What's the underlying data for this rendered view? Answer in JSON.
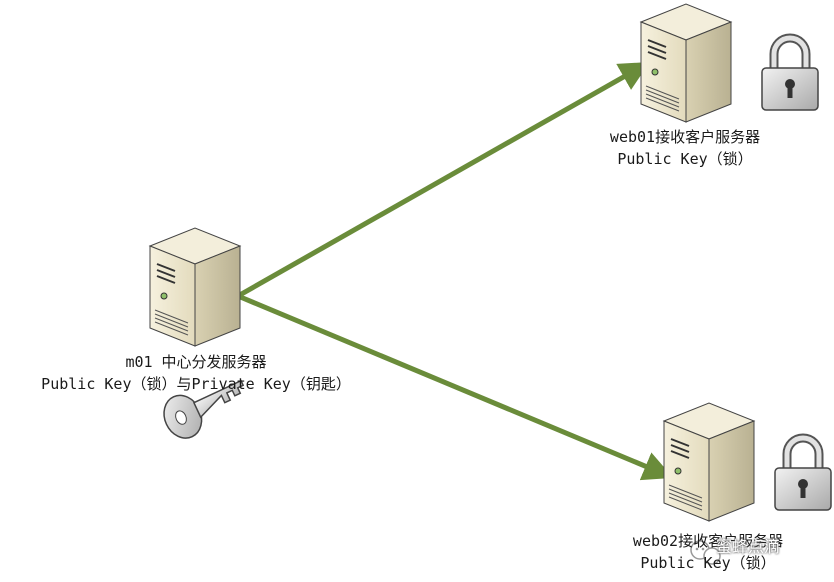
{
  "nodes": {
    "m01": {
      "line1": "m01 中心分发服务器",
      "line2": "Public Key（锁）与Private Key（钥匙）",
      "icon": "server-icon",
      "extra_icon": "key-icon"
    },
    "web01": {
      "line1": "web01接收客户服务器",
      "line2": "Public Key（锁）",
      "icon": "server-icon",
      "extra_icon": "padlock-icon"
    },
    "web02": {
      "line1": "web02接收客户服务器",
      "line2": "Public Key（锁）",
      "icon": "server-icon",
      "extra_icon": "padlock-icon"
    }
  },
  "watermark": "蜜蜂点滴",
  "colors": {
    "arrow": "#6a8c3a",
    "server_face": "#efe8d0",
    "server_side": "#cfc7a8",
    "lock": "#d7d7d7"
  }
}
